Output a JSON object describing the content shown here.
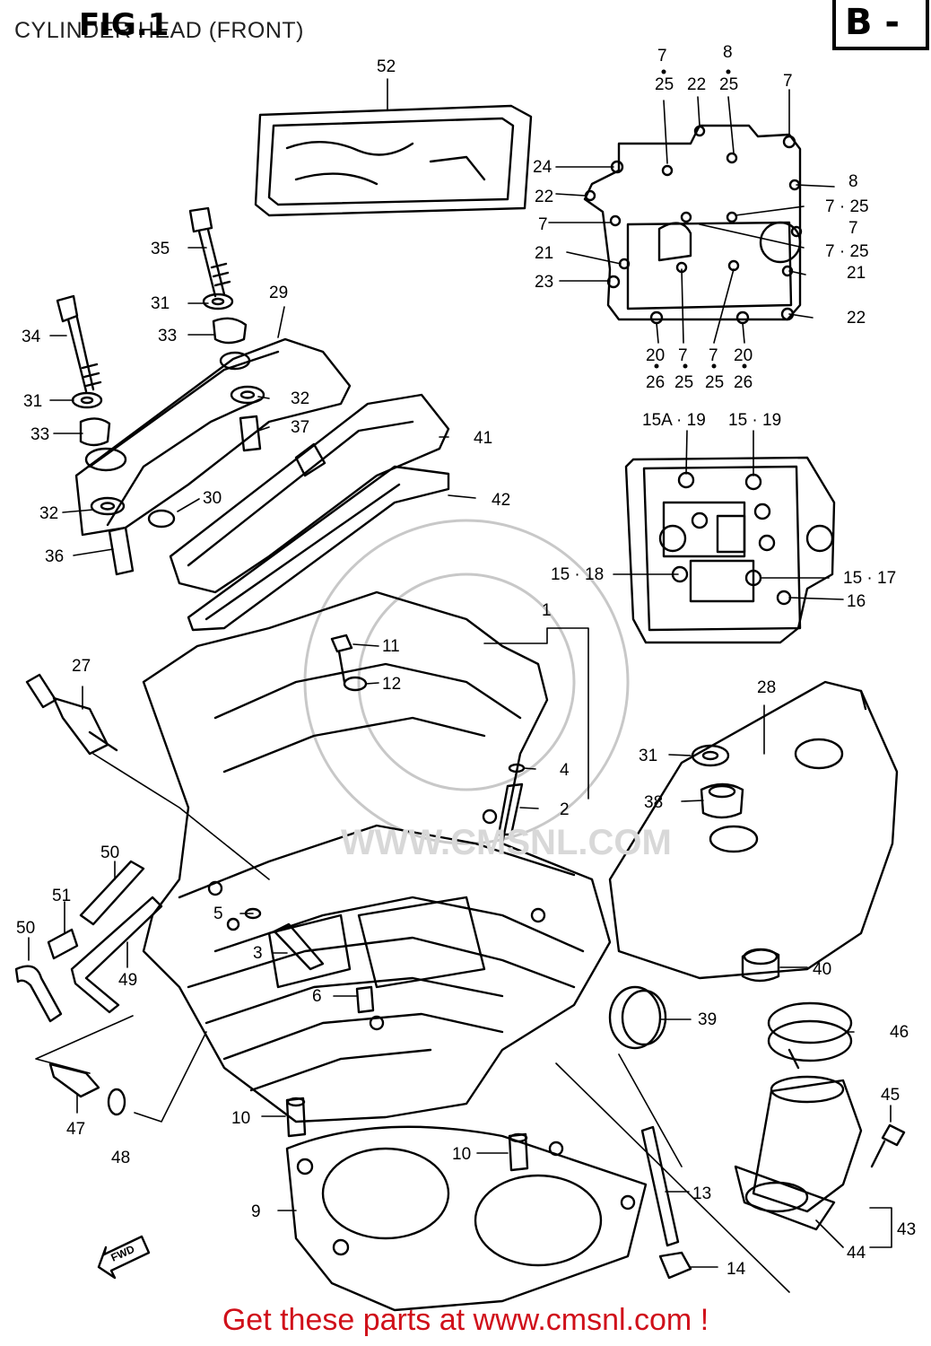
{
  "header": {
    "title": "CYLINDER HEAD (FRONT)",
    "figure": "FIG.1",
    "section": "B -"
  },
  "footer": {
    "promo": "Get these parts at www.cmsnl.com !"
  },
  "watermark": "WWW.CMSNL.COM",
  "fwd_label": "FWD",
  "callouts": [
    "52",
    "7",
    "8",
    "25",
    "22",
    "25",
    "7",
    "24",
    "8",
    "22",
    "7 · 25",
    "7",
    "7",
    "21",
    "7 · 25",
    "23",
    "21",
    "22",
    "20",
    "7",
    "7",
    "20",
    "26",
    "25",
    "25",
    "26",
    "35",
    "31",
    "29",
    "33",
    "34",
    "31",
    "32",
    "33",
    "37",
    "41",
    "32",
    "30",
    "42",
    "36",
    "15A · 19",
    "15 · 19",
    "15 · 18",
    "15 · 17",
    "16",
    "27",
    "1",
    "11",
    "12",
    "4",
    "2",
    "28",
    "31",
    "38",
    "50",
    "51",
    "50",
    "49",
    "5",
    "3",
    "6",
    "40",
    "39",
    "46",
    "47",
    "48",
    "10",
    "45",
    "10",
    "13",
    "9",
    "43",
    "44",
    "14"
  ],
  "colors": {
    "ink": "#000000",
    "promo": "#d0101a",
    "watermark": "#c8c8c8"
  }
}
